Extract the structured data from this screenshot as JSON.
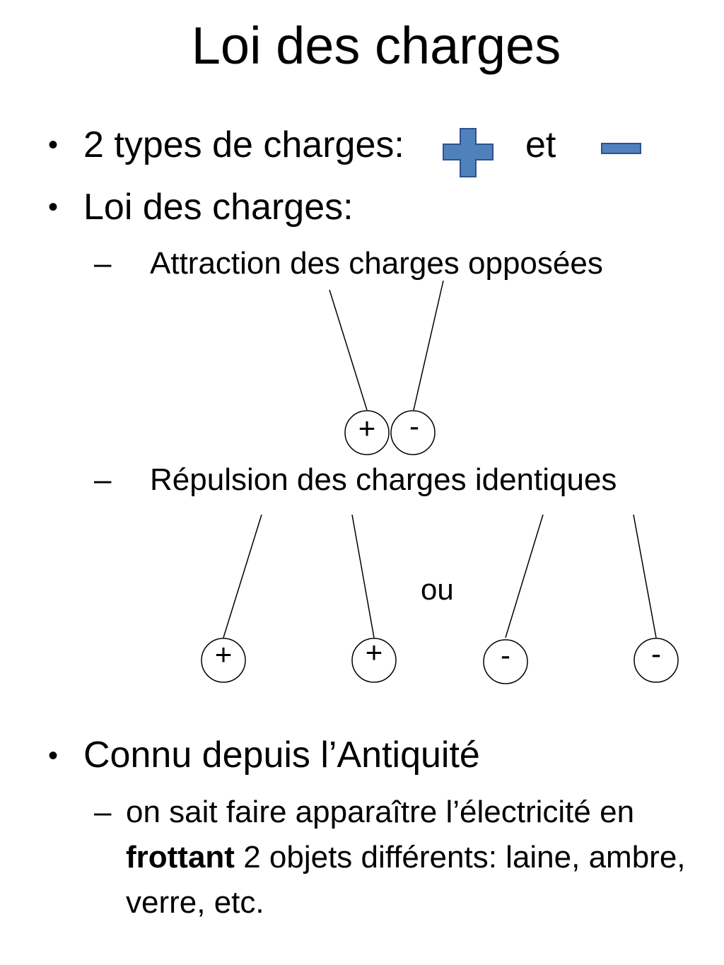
{
  "title": "Loi des charges",
  "colors": {
    "charge_icon_fill": "#4f81bd",
    "charge_icon_stroke": "#2f528f"
  },
  "bullets": {
    "types": {
      "label": "2 types de charges:",
      "conjunction": "et",
      "icons": [
        "plus-icon",
        "minus-icon"
      ]
    },
    "loi": {
      "label": "Loi des charges:",
      "attraction": {
        "dash": "–",
        "label": "Attraction des charges opposées",
        "signs": [
          "+",
          "-"
        ]
      },
      "repulsion": {
        "dash": "–",
        "label": "Répulsion des charges identiques",
        "separator": "ou",
        "signs": [
          "+",
          "+",
          "-",
          "-"
        ]
      }
    },
    "antiquite": {
      "label": "Connu depuis l’Antiquité",
      "sub": {
        "dash": "–",
        "line1": "on sait faire apparaître l’électricité en",
        "bold": "frottant",
        "rest": " 2 objets différents: laine, ambre, verre, etc."
      }
    }
  },
  "bullet_symbol": "•"
}
